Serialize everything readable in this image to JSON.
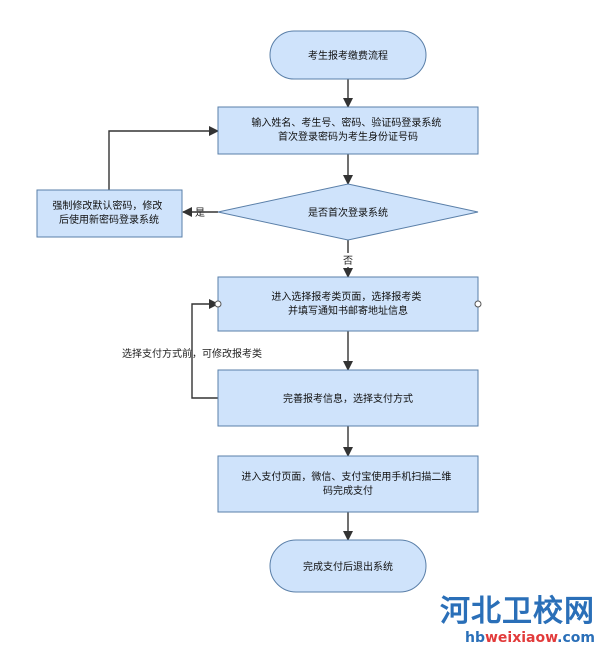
{
  "colors": {
    "node_fill": "#cfe3fb",
    "node_stroke": "#5a7fa8",
    "line": "#333333",
    "watermark_blue": "#2a6fb8",
    "watermark_red": "#e23b3b"
  },
  "nodes": {
    "start": {
      "lines": [
        "考生报考缴费流程"
      ]
    },
    "login": {
      "lines": [
        "输入姓名、考生号、密码、验证码登录系统",
        "首次登录密码为考生身份证号码"
      ]
    },
    "first_login_decision": {
      "lines": [
        "是否首次登录系统"
      ]
    },
    "force_change": {
      "lines": [
        "强制修改默认密码，修改",
        "后使用新密码登录系统"
      ]
    },
    "select_category": {
      "lines": [
        "进入选择报考类页面，选择报考类",
        "并填写通知书邮寄地址信息"
      ]
    },
    "complete_info": {
      "lines": [
        "完善报考信息，选择支付方式"
      ]
    },
    "payment": {
      "lines": [
        "进入支付页面，微信、支付宝使用手机扫描二维",
        "码完成支付"
      ]
    },
    "end": {
      "lines": [
        "完成支付后退出系统"
      ]
    }
  },
  "edge_labels": {
    "yes": "是",
    "no": "否",
    "loop_back": "选择支付方式前，可修改报考类"
  },
  "watermark": {
    "site_name": "河北卫校网",
    "url_prefix": "hb",
    "url_accent": "weixiaow",
    "url_suffix": ".com"
  }
}
